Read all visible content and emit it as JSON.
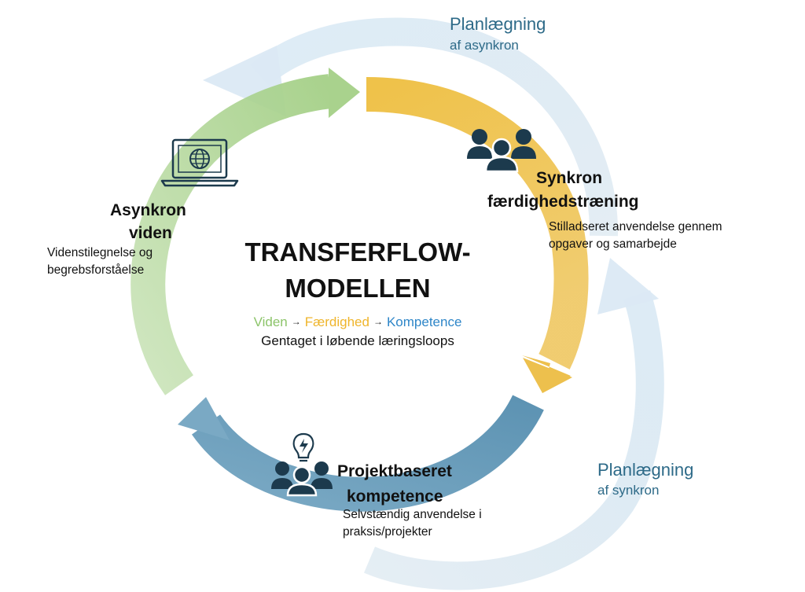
{
  "title_line1": "TRANSFERFLOW-",
  "title_line2": "MODELLEN",
  "flow": {
    "step1": "Viden",
    "step2": "Færdighed",
    "step3": "Kompetence",
    "arrow": "→",
    "subtitle": "Gentaget i løbende læringsloops"
  },
  "planning_async": {
    "title": "Planlægning",
    "sub": "af asynkron"
  },
  "planning_sync": {
    "title": "Planlægning",
    "sub": "af synkron"
  },
  "stage_async": {
    "title_line1": "Asynkron",
    "title_line2": "viden",
    "desc_line1": "Videnstilegnelse og",
    "desc_line2": "begrebsforståelse",
    "icon": "laptop-globe-icon"
  },
  "stage_sync": {
    "title_line1": "Synkron",
    "title_line2": "færdighedstræning",
    "desc_line1": "Stilladseret anvendelse gennem",
    "desc_line2": "opgaver og samarbejde",
    "icon": "group-icon"
  },
  "stage_project": {
    "title_line1": "Projektbaseret",
    "title_line2": "kompetence",
    "desc_line1": "Selvstændig anvendelse i",
    "desc_line2": "praksis/projekter",
    "icon": "group-idea-icon"
  },
  "colors": {
    "green": "#9fcf85",
    "yellow": "#ecc24b",
    "blue": "#5b93b3",
    "pale_blue": "#c7dfee",
    "viden": "#8cc46a",
    "faerdighed": "#efb52c",
    "kompetence": "#2e86c8",
    "icon_dark": "#1c3a4d"
  }
}
